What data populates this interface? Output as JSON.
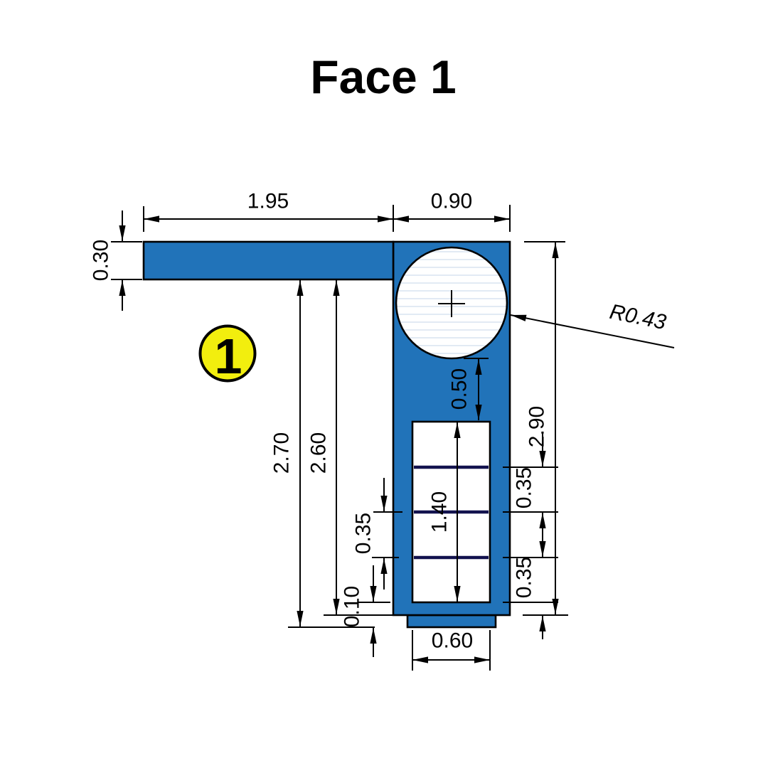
{
  "title": "Face 1",
  "badge": "1",
  "colors": {
    "part_fill": "#2173b9",
    "slot_divider": "#12124e",
    "hatch_line": "#dbe5f1",
    "badge_fill": "#f2ee0e",
    "line_color": "#000000"
  },
  "dims": {
    "arm_length": "1.95",
    "column_width": "0.90",
    "arm_thickness": "0.30",
    "overall_height_with_tab": "2.70",
    "overall_height": "2.60",
    "hole_to_slot": "0.50",
    "column_height": "2.90",
    "slot_pitch_left": "0.35",
    "slot_length": "1.40",
    "slot_pitch_right_top": "0.35",
    "slot_pitch_right_bottom": "0.35",
    "tab_height": "0.10",
    "slot_width": "0.60",
    "hole_radius": "R0.43"
  }
}
